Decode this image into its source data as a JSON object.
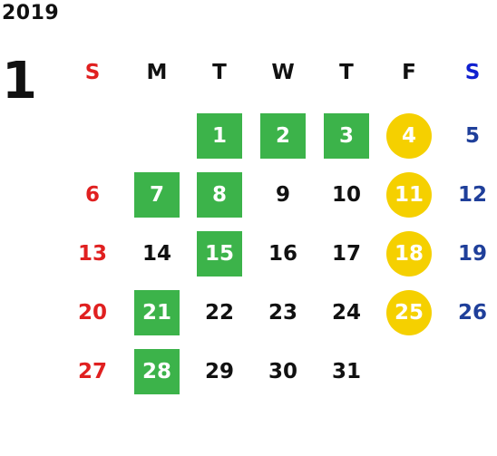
{
  "year": "2019",
  "month": "1",
  "colors": {
    "sunday": "#e02020",
    "saturday": "#1f3f9a",
    "saturday_header": "#1020d0",
    "weekday": "#111111",
    "green_highlight": "#3cb34a",
    "yellow_highlight": "#f5d000"
  },
  "weekdays": [
    {
      "label": "S",
      "kind": "sunday"
    },
    {
      "label": "M",
      "kind": "weekday"
    },
    {
      "label": "T",
      "kind": "weekday"
    },
    {
      "label": "W",
      "kind": "weekday"
    },
    {
      "label": "T",
      "kind": "weekday"
    },
    {
      "label": "F",
      "kind": "weekday"
    },
    {
      "label": "S",
      "kind": "saturday"
    }
  ],
  "first_weekday_index": 2,
  "days": [
    {
      "day": "1",
      "highlight": "green"
    },
    {
      "day": "2",
      "highlight": "green"
    },
    {
      "day": "3",
      "highlight": "green"
    },
    {
      "day": "4",
      "highlight": "yellow"
    },
    {
      "day": "5",
      "highlight": "none"
    },
    {
      "day": "6",
      "highlight": "none"
    },
    {
      "day": "7",
      "highlight": "green"
    },
    {
      "day": "8",
      "highlight": "green"
    },
    {
      "day": "9",
      "highlight": "none"
    },
    {
      "day": "10",
      "highlight": "none"
    },
    {
      "day": "11",
      "highlight": "yellow"
    },
    {
      "day": "12",
      "highlight": "none"
    },
    {
      "day": "13",
      "highlight": "none"
    },
    {
      "day": "14",
      "highlight": "none"
    },
    {
      "day": "15",
      "highlight": "green"
    },
    {
      "day": "16",
      "highlight": "none"
    },
    {
      "day": "17",
      "highlight": "none"
    },
    {
      "day": "18",
      "highlight": "yellow"
    },
    {
      "day": "19",
      "highlight": "none"
    },
    {
      "day": "20",
      "highlight": "none"
    },
    {
      "day": "21",
      "highlight": "green"
    },
    {
      "day": "22",
      "highlight": "none"
    },
    {
      "day": "23",
      "highlight": "none"
    },
    {
      "day": "24",
      "highlight": "none"
    },
    {
      "day": "25",
      "highlight": "yellow"
    },
    {
      "day": "26",
      "highlight": "none"
    },
    {
      "day": "27",
      "highlight": "none"
    },
    {
      "day": "28",
      "highlight": "green"
    },
    {
      "day": "29",
      "highlight": "none"
    },
    {
      "day": "30",
      "highlight": "none"
    },
    {
      "day": "31",
      "highlight": "none"
    }
  ]
}
